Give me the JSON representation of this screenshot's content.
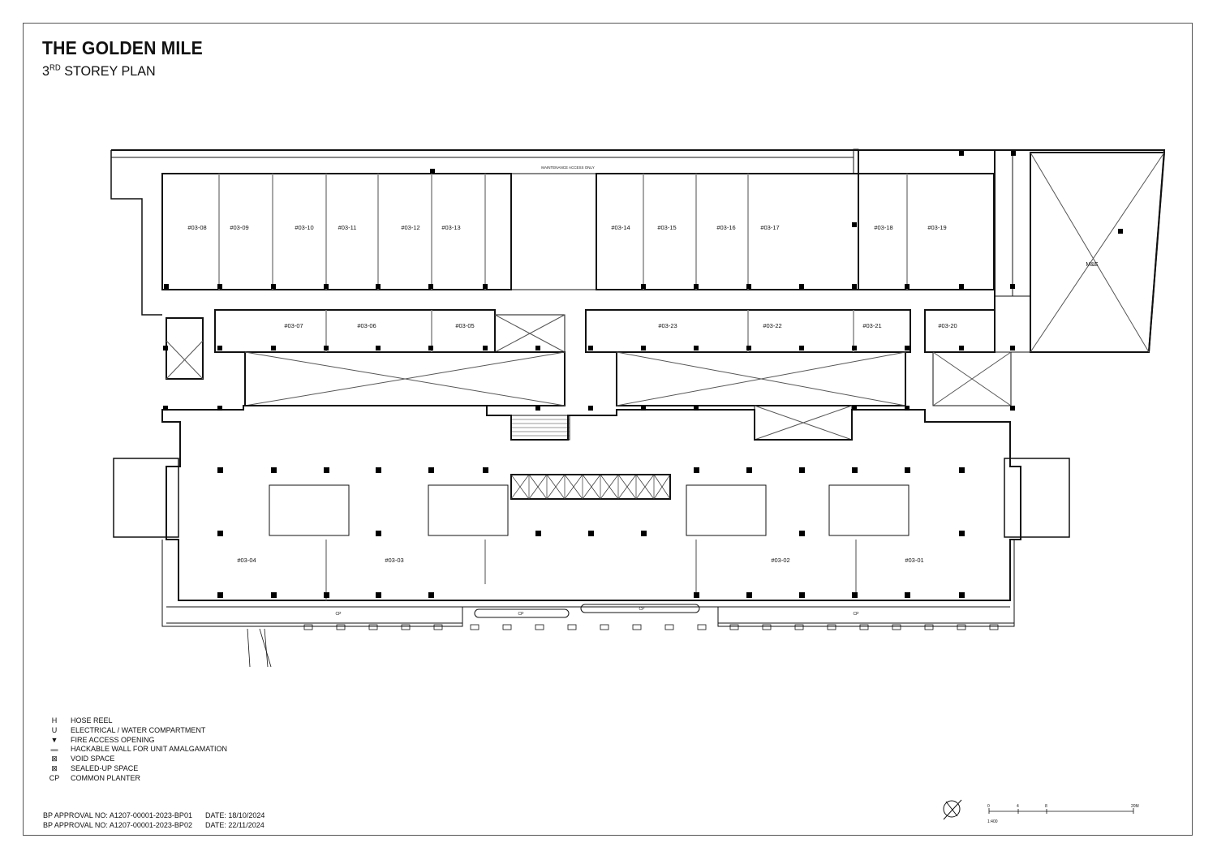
{
  "title": "THE GOLDEN MILE",
  "subtitle": {
    "prefix": "3",
    "sup": "RD",
    "rest": " STOREY PLAN"
  },
  "maintenance_label": "MAINTENANCE ACCESS ONLY",
  "mne_label": "M&E",
  "units": [
    "#03-01",
    "#03-02",
    "#03-03",
    "#03-04",
    "#03-05",
    "#03-06",
    "#03-07",
    "#03-08",
    "#03-09",
    "#03-10",
    "#03-11",
    "#03-12",
    "#03-13",
    "#03-14",
    "#03-15",
    "#03-16",
    "#03-17",
    "#03-18",
    "#03-19",
    "#03-20",
    "#03-21",
    "#03-22",
    "#03-23"
  ],
  "planter_label": "CP",
  "legend": [
    {
      "symbol": "H",
      "label": "HOSE REEL"
    },
    {
      "symbol": "U",
      "label": "ELECTRICAL / WATER COMPARTMENT"
    },
    {
      "symbol": "▼",
      "label": "FIRE ACCESS OPENING"
    },
    {
      "symbol": "▬",
      "label": "HACKABLE WALL FOR UNIT AMALGAMATION"
    },
    {
      "symbol": "⊠",
      "label": "VOID SPACE"
    },
    {
      "symbol": "⊠",
      "label": "SEALED-UP SPACE"
    },
    {
      "symbol": "CP",
      "label": "COMMON PLANTER"
    }
  ],
  "approvals": [
    {
      "no": "BP APPROVAL NO: A1207-00001-2023-BP01",
      "date": "DATE: 18/10/2024"
    },
    {
      "no": "BP APPROVAL NO: A1207-00001-2023-BP02",
      "date": "DATE: 22/11/2024"
    }
  ],
  "scale_bar": {
    "ticks": [
      "0",
      "4",
      "8",
      "20M"
    ],
    "ratio": "1:400"
  },
  "colors": {
    "line": "#111111",
    "hatch": "#555555",
    "column": "#000000"
  }
}
